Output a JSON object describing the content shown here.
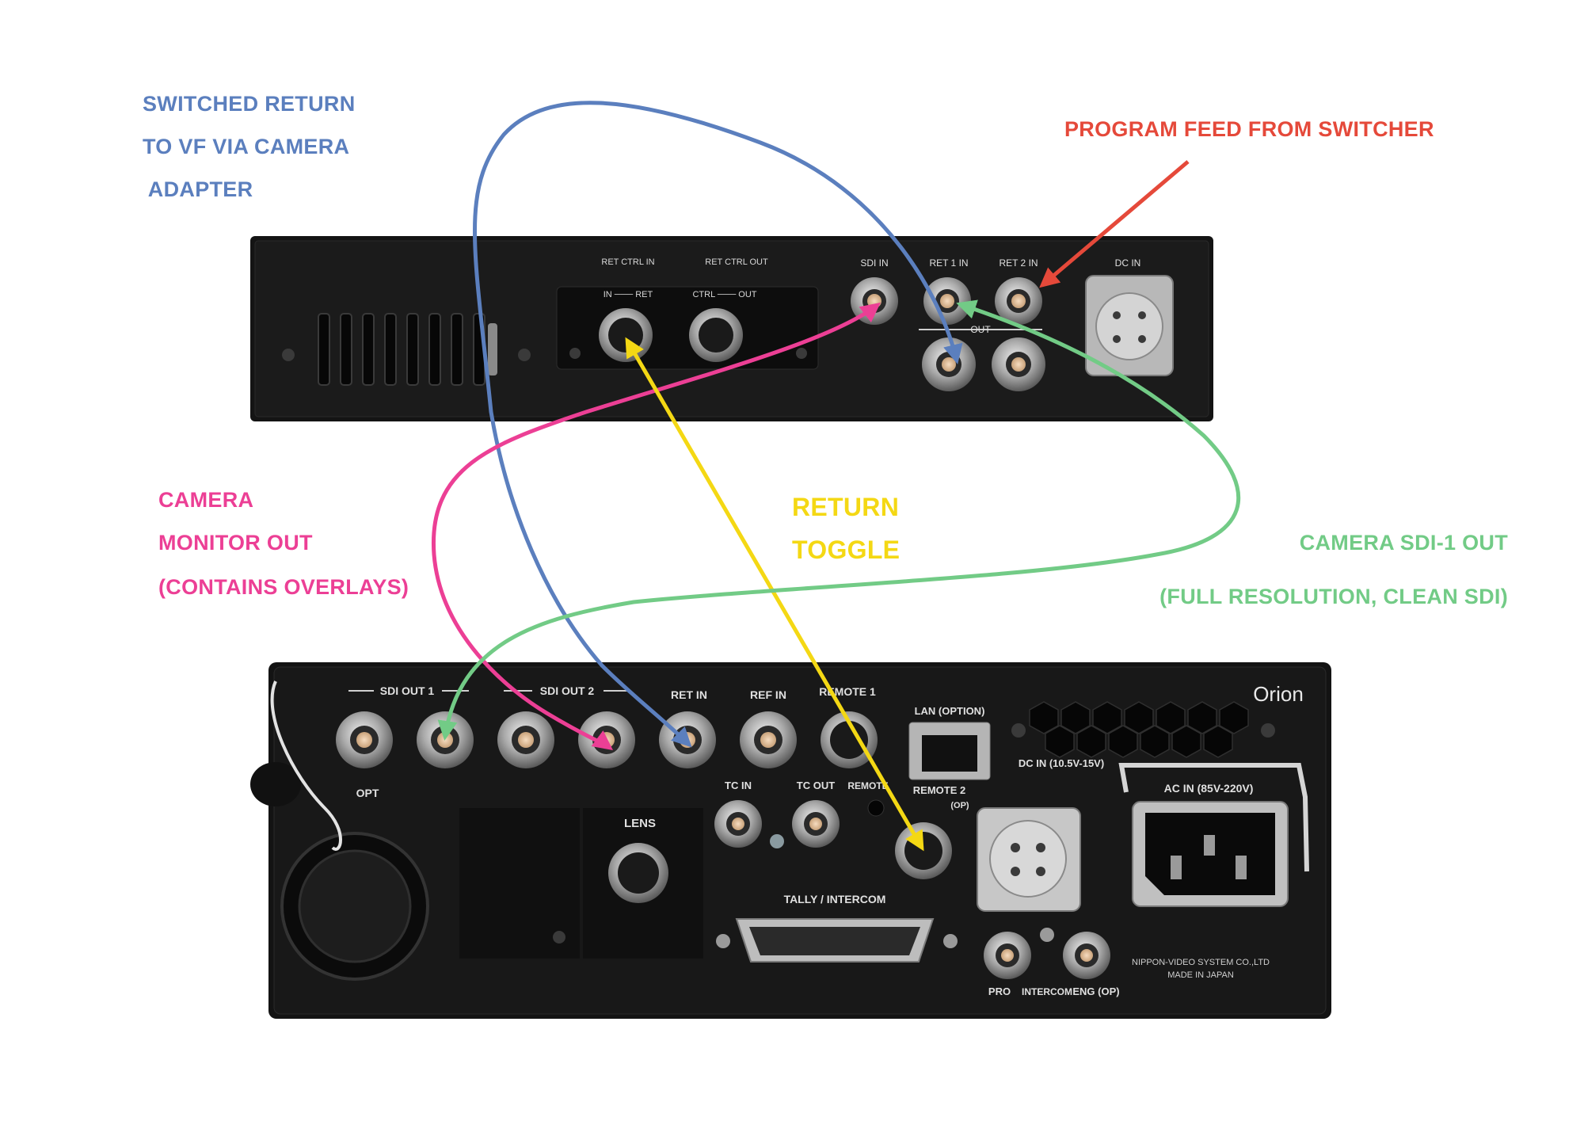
{
  "annotations": {
    "switched_return": [
      "SWITCHED RETURN",
      "TO VF VIA CAMERA",
      " ADAPTER"
    ],
    "program_feed": "PROGRAM FEED FROM SWITCHER",
    "camera_monitor": [
      "CAMERA",
      "MONITOR OUT",
      "(CONTAINS OVERLAYS)"
    ],
    "return_toggle": [
      "RETURN",
      "TOGGLE"
    ],
    "camera_sdi": [
      "CAMERA SDI-1 OUT",
      "(FULL RESOLUTION, CLEAN SDI)"
    ]
  },
  "adapter": {
    "ret_ctrl_in": "RET CTRL IN",
    "ret_ctrl_out": "RET CTRL OUT",
    "in_ret": "IN ─── RET",
    "ctrl_out": "CTRL ─── OUT",
    "sdi_in": "SDI IN",
    "ret1_in": "RET 1 IN",
    "ret2_in": "RET 2 IN",
    "out": "OUT",
    "dc_in": "DC IN"
  },
  "camera": {
    "brand": "Orion",
    "sdi_out_1": "SDI OUT 1",
    "sdi_out_2": "SDI OUT 2",
    "ret_in": "RET IN",
    "ref_in": "REF IN",
    "remote1": "REMOTE 1",
    "lan": "LAN (OPTION)",
    "dc_in": "DC IN (10.5V-15V)",
    "opt": "OPT",
    "tc_in": "TC IN",
    "tc_out": "TC OUT",
    "remote_small": "REMOTE",
    "remote2": "REMOTE 2",
    "remote2_sub": "(OP)",
    "ac_in": "AC IN (85V-220V)",
    "lens": "LENS",
    "tally": "TALLY / INTERCOM",
    "pro": "PRO",
    "intercom": "INTERCOM",
    "eng": "ENG (OP)",
    "maker_1": "NIPPON-VIDEO SYSTEM CO.,LTD",
    "maker_2": "MADE IN JAPAN"
  },
  "colors": {
    "blue": "#5b7fbe",
    "red": "#e5493a",
    "pink": "#ec3f95",
    "yellow": "#f4d814",
    "green": "#72cb86",
    "panel": "#161616"
  }
}
